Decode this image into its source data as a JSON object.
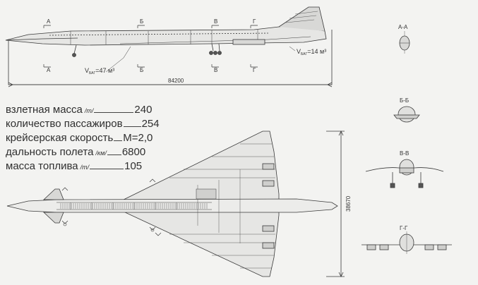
{
  "top_view_labels": {
    "section_a_top": "А",
    "section_b_top": "Б",
    "section_v_top": "В",
    "section_g_top": "Г",
    "section_a_bot": "А",
    "section_b_bot": "Б",
    "section_v_bot": "В",
    "section_g_bot": "Г",
    "volume_front": "V",
    "volume_front_sub": "БАГ",
    "volume_front_val": "=47 м³",
    "volume_rear": "V",
    "volume_rear_sub": "БАГ",
    "volume_rear_val": "=14 м³",
    "length_dim": "84200"
  },
  "span_dim": "38670",
  "sections": {
    "aa": "А-А",
    "bb": "Б-Б",
    "vv": "В-В",
    "gg": "Г-Г"
  },
  "specs": [
    {
      "label": "взлетная масса",
      "unit": "/т/",
      "value": "240"
    },
    {
      "label": "количество пассажиров",
      "unit": "",
      "value": "254"
    },
    {
      "label": "крейсерская скорость",
      "unit": "",
      "value": "М=2,0"
    },
    {
      "label": "дальность полета",
      "unit": "/км/",
      "value": "6800"
    },
    {
      "label": "масса топлива",
      "unit": "/т/",
      "value": "105"
    }
  ],
  "colors": {
    "line": "#3a3a3a",
    "paper": "#f3f3f1",
    "fill_light": "#e6e6e4",
    "fill_mid": "#cfcfcd"
  }
}
